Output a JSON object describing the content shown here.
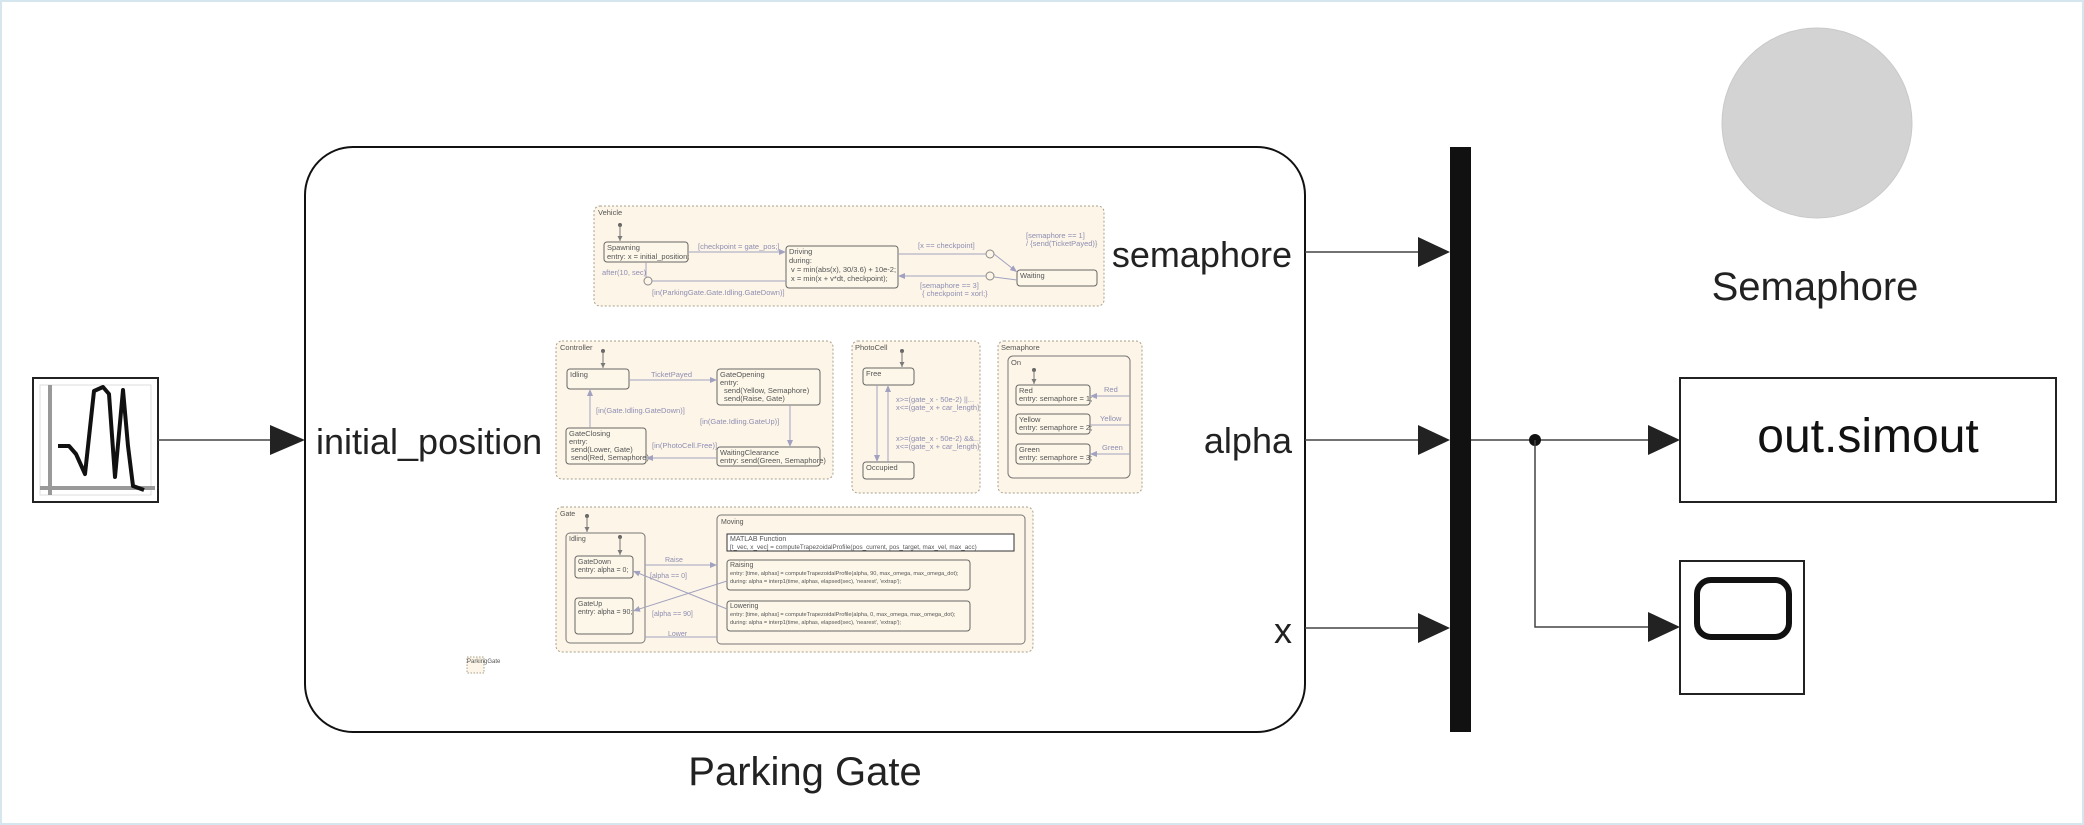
{
  "blocks": {
    "signal_builder": {
      "icon": "signal-waveform-icon"
    },
    "parking_gate": {
      "label": "Parking Gate",
      "badge": "ParkingGate"
    },
    "semaphore_lamp": {
      "label": "Semaphore",
      "color": "#d3d3d3"
    },
    "to_workspace": {
      "text": "out.simout"
    },
    "scope": {
      "icon": "scope-screen-icon"
    }
  },
  "ports": {
    "input": "initial_position",
    "outputs": [
      "semaphore",
      "alpha",
      "x"
    ]
  },
  "chart": {
    "vehicle": {
      "title": "Vehicle",
      "spawning": [
        "Spawning",
        "entry: x = initial_position;"
      ],
      "driving": [
        "Driving",
        "during:",
        "v = min(abs(x), 30/3.6) + 10e-2;",
        "x = min(x + v*dt, checkpoint);"
      ],
      "waiting": "Waiting",
      "t_checkpoint": "[checkpoint = gate_pos;]",
      "t_after": "after(10, sec)",
      "t_in_idling": "[in(ParkingGate.Gate.Idling.GateDown)]",
      "t_x_eq": "[x == checkpoint]",
      "t_sem1a": "[semaphore == 1]",
      "t_sem1b": "/ {send(TicketPayed)}",
      "t_sem3a": "[semaphore == 3]",
      "t_sem3b": "{ checkpoint = xorl;}"
    },
    "controller": {
      "title": "Controller",
      "idling": "Idling",
      "gate_opening": [
        "GateOpening",
        "entry:",
        "send(Yellow, Semaphore)",
        "send(Raise, Gate)"
      ],
      "gate_closing": [
        "GateClosing",
        "entry:",
        "send(Lower, Gate)",
        "send(Red, Semaphore)"
      ],
      "waiting_clearance": [
        "WaitingClearance",
        "entry: send(Green, Semaphore)"
      ],
      "t_ticket": "TicketPayed",
      "t_gatedown": "[in(Gate.Idling.GateDown)]",
      "t_gateup": "[in(Gate.Idling.GateUp)]",
      "t_photocell": "[in(PhotoCell.Free)]"
    },
    "photocell": {
      "title": "PhotoCell",
      "free": "Free",
      "occupied": "Occupied",
      "cond1": [
        "x>=(gate_x - 50e-2) ||...",
        "x<=(gate_x + car_length)"
      ],
      "cond2": [
        "x>=(gate_x - 50e-2) &&...",
        "x<=(gate_x + car_length)"
      ]
    },
    "semaphore_chart": {
      "title": "Semaphore",
      "on": "On",
      "red": [
        "Red",
        "entry: semaphore = 1;"
      ],
      "yellow": [
        "Yellow",
        "entry: semaphore = 2;"
      ],
      "green": [
        "Green",
        "entry: semaphore = 3;"
      ],
      "e_red": "Red",
      "e_yellow": "Yellow",
      "e_green": "Green"
    },
    "gate": {
      "title": "Gate",
      "idling": "Idling",
      "gatedown": [
        "GateDown",
        "entry: alpha = 0;"
      ],
      "gateup": [
        "GateUp",
        "entry: alpha = 90;"
      ],
      "moving": "Moving",
      "mfunc": [
        "MATLAB Function",
        "[t_vec, x_vec] = computeTrapezoidalProfile(pos_current, pos_target, max_vel, max_acc)"
      ],
      "raising": [
        "Raising",
        "entry: [time, alphas] = computeTrapezoidalProfile(alpha, 90, max_omega, max_omega_dot);",
        "during: alpha = interp1(time, alphas, elapsed(sec), 'nearest', 'extrap');"
      ],
      "lowering": [
        "Lowering",
        "entry: [time, alphas] = computeTrapezoidalProfile(alpha, 0, max_omega, max_omega_dot);",
        "during: alpha = interp1(time, alphas, elapsed(sec), 'nearest', 'extrap');"
      ],
      "t_raise": "Raise",
      "t_lower": "Lower",
      "t_a0": "[alpha == 0]",
      "t_a90": "[alpha == 90]"
    }
  }
}
